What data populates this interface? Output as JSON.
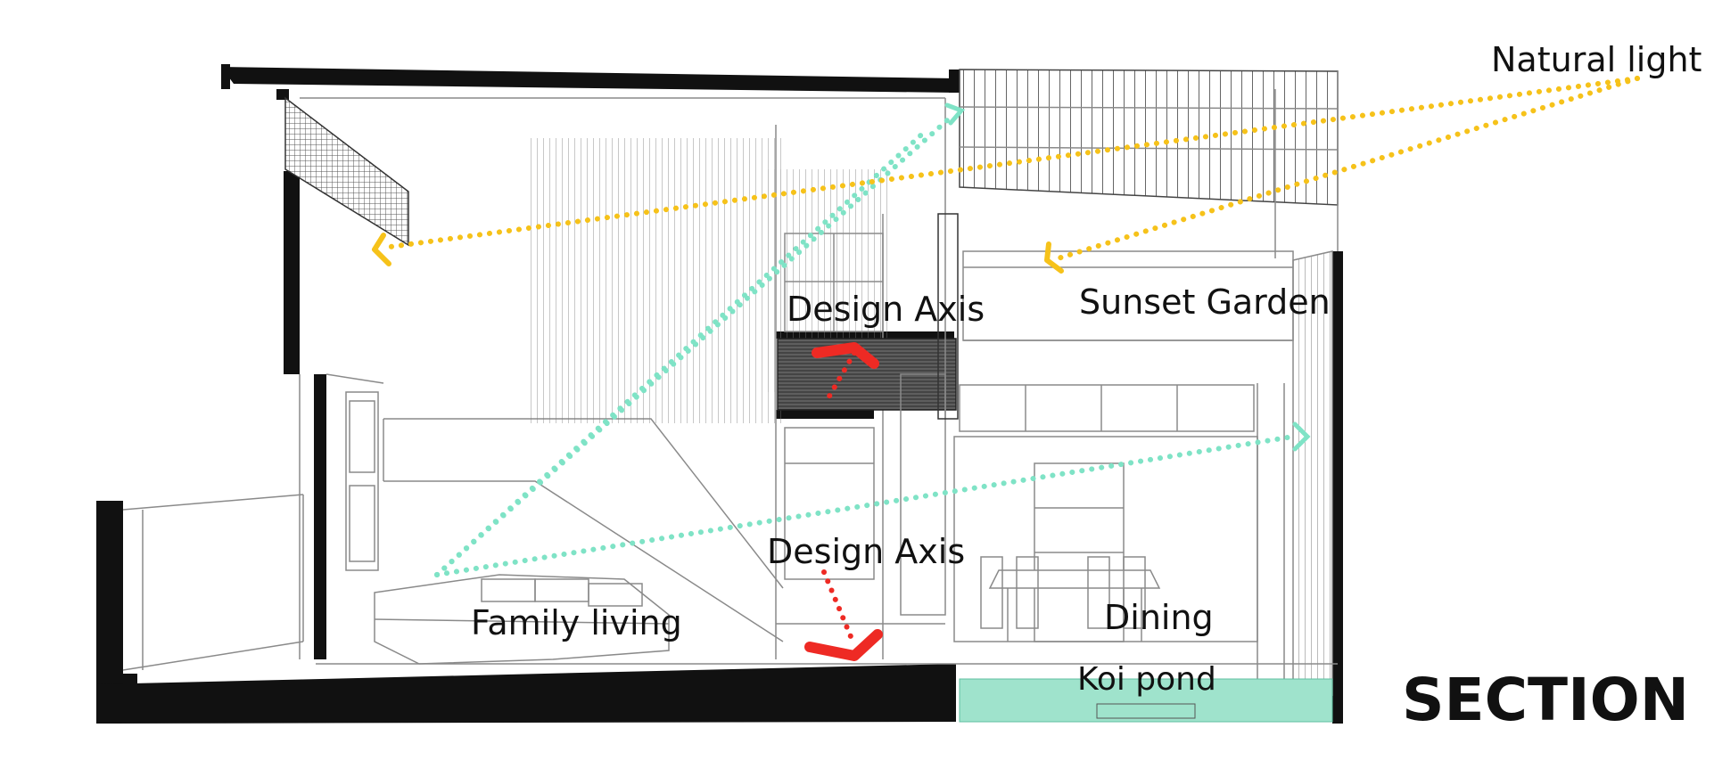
{
  "labels": {
    "natural_light": "Natural light",
    "design_axis_upper": "Design Axis",
    "sunset_garden": "Sunset Garden",
    "design_axis_lower": "Design Axis",
    "family_living": "Family living",
    "dining": "Dining",
    "koi_pond": "Koi pond",
    "section_title": "SECTION BB’"
  },
  "colors": {
    "natural_light": "#f6c21a",
    "sight_line": "#7fe3c6",
    "design_axis": "#ee2a24",
    "structure": "#111111",
    "koi_pond": "#9fe3cc",
    "linework": "#9a9a9a"
  }
}
